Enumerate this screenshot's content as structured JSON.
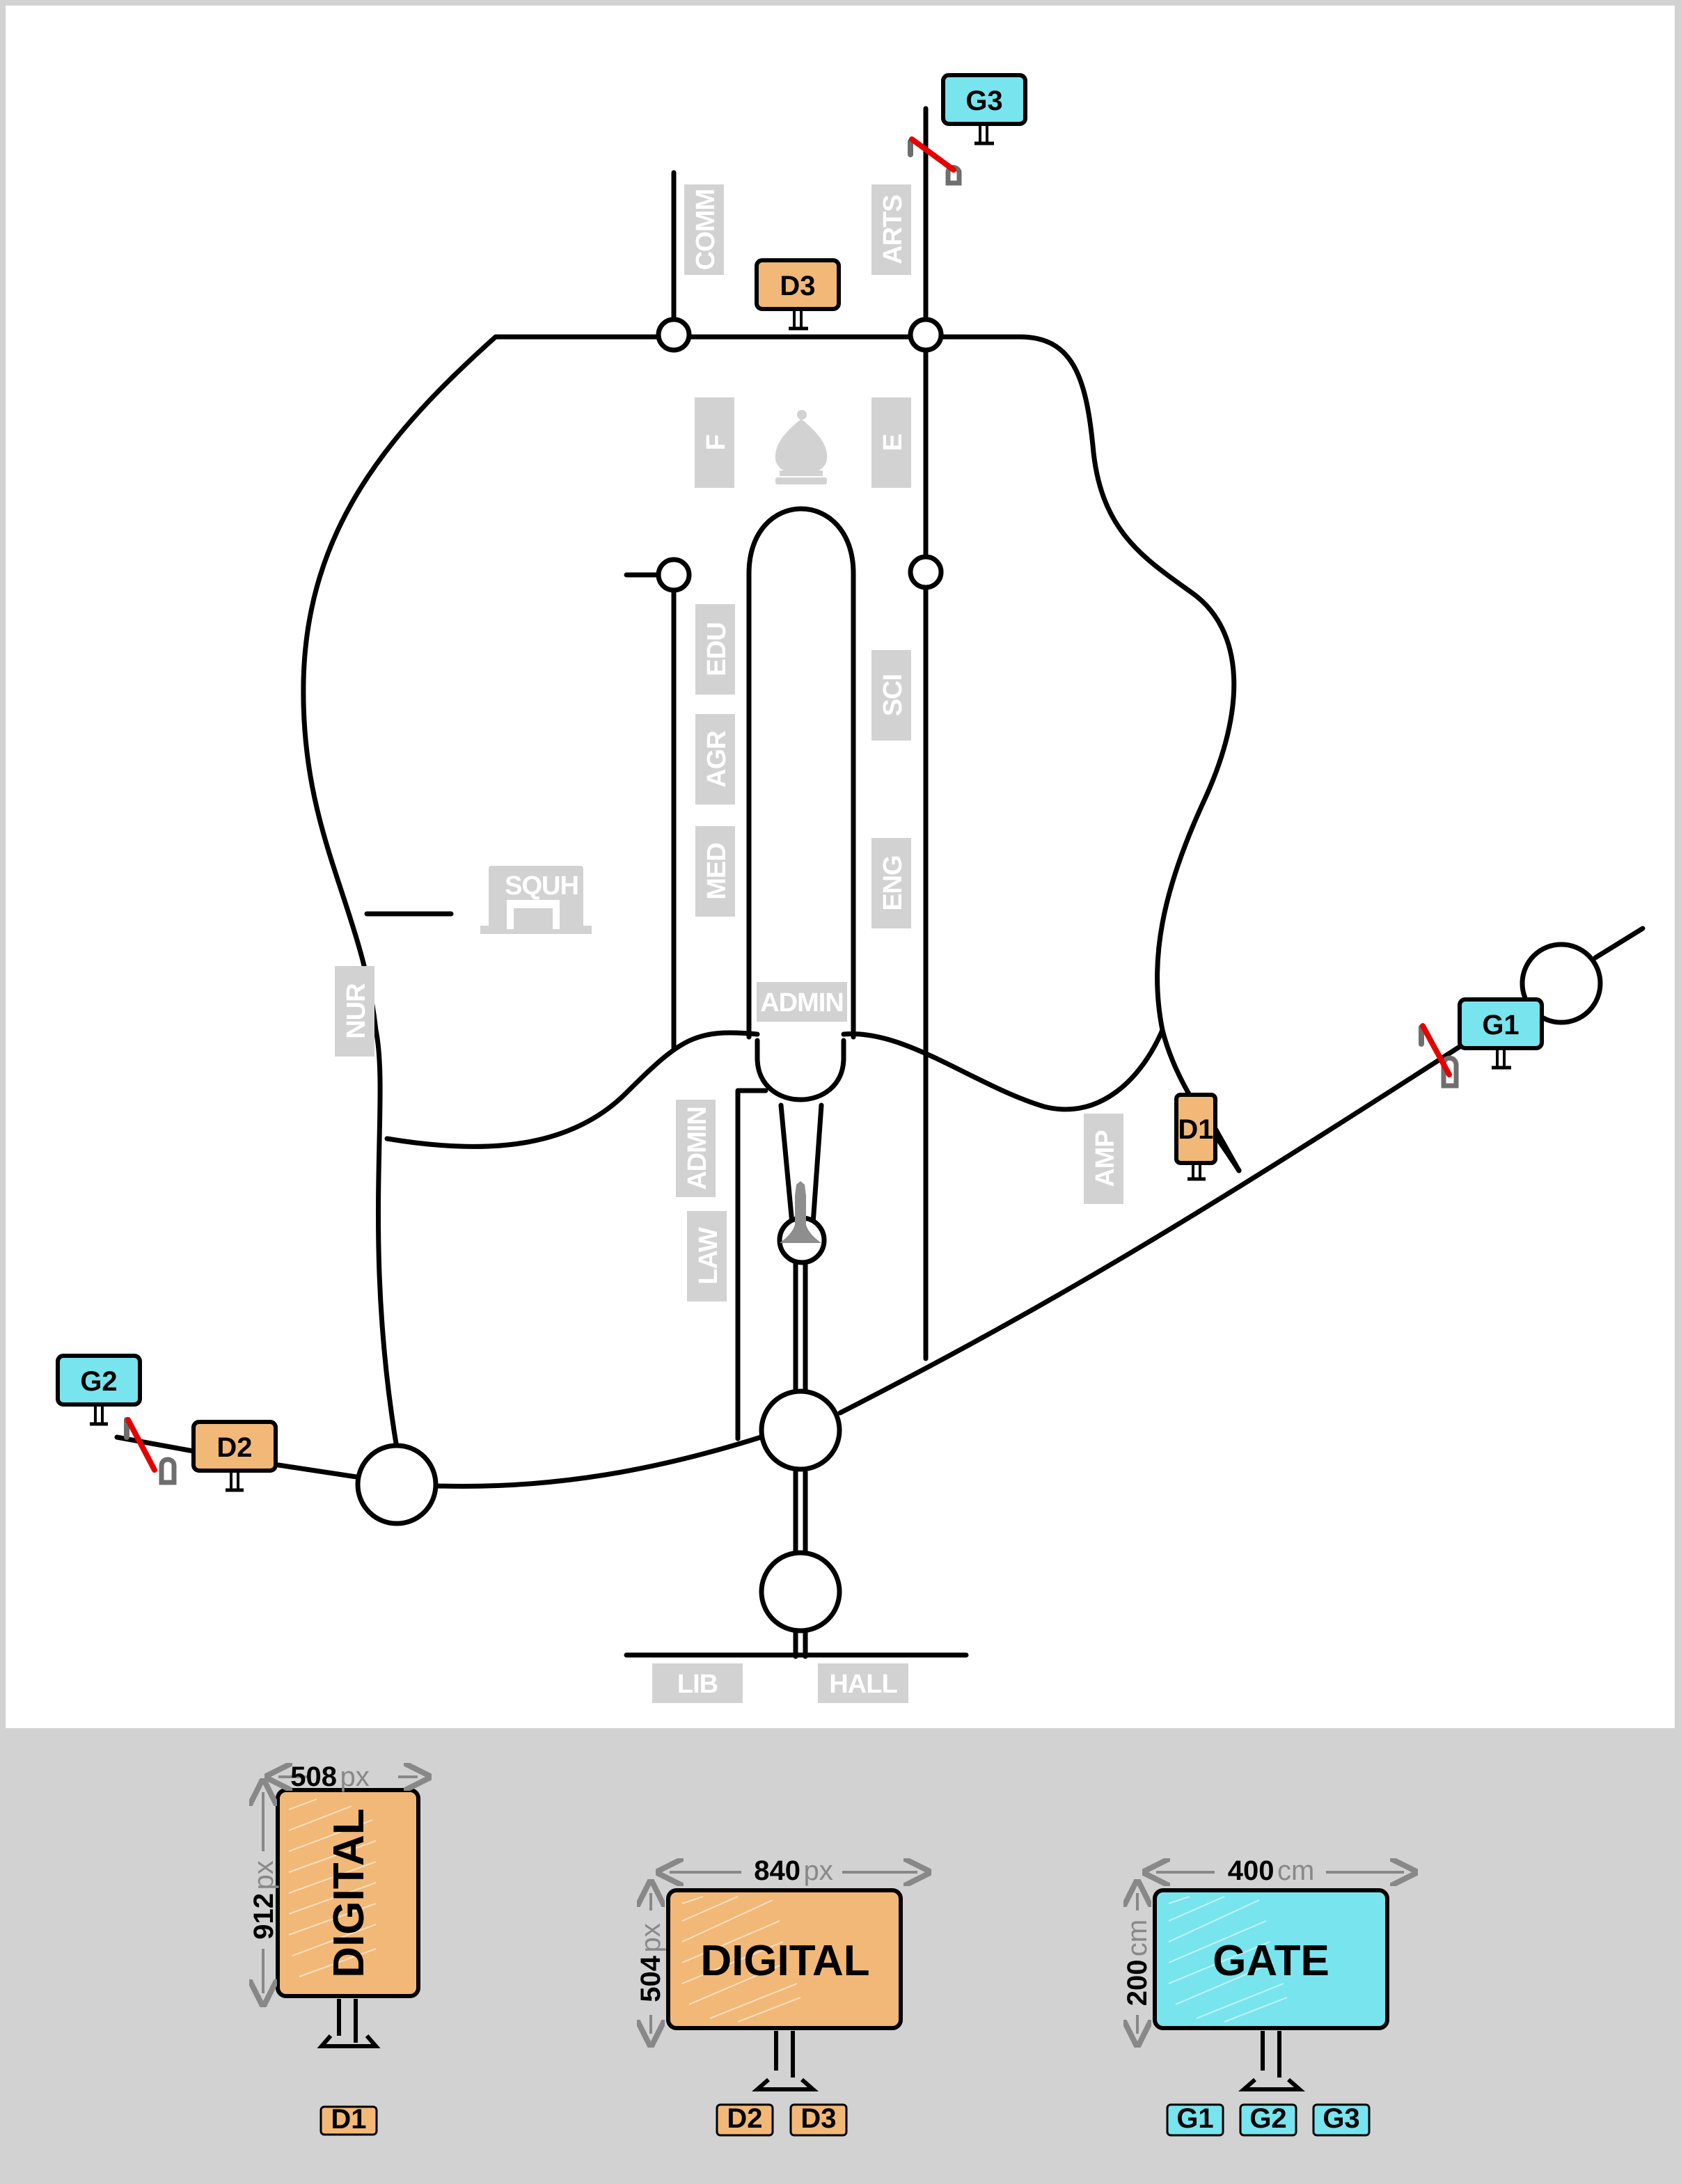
{
  "colors": {
    "digital": "#f2b877",
    "gate": "#78e4ee",
    "road": "#000000",
    "building_label_bg": "#d2d2d2",
    "barrier_arm": "#e60000",
    "barrier_post": "#6e6e6e",
    "landmark_gray": "#8e8e8e",
    "legend_bg": "#d2d2d2"
  },
  "map": {
    "buildings": {
      "comm": "COMM",
      "arts": "ARTS",
      "f": "F",
      "e": "E",
      "edu": "EDU",
      "agr": "AGR",
      "med": "MED",
      "sci": "SCI",
      "eng": "ENG",
      "squh": "SQUH",
      "nur": "NUR",
      "admin_top": "ADMIN",
      "admin_side": "ADMIN",
      "law": "LAW",
      "amp": "AMP",
      "lib": "LIB",
      "hall": "HALL"
    },
    "landmarks": {
      "mosque": "mosque-icon",
      "clock_tower": "clock-tower-icon",
      "hospital": "hospital-building-icon"
    },
    "signs": {
      "g1": "G1",
      "g2": "G2",
      "g3": "G3",
      "d1": "D1",
      "d2": "D2",
      "d3": "D3"
    },
    "gate_barriers": [
      "G1",
      "G2",
      "G3"
    ]
  },
  "legend": {
    "digital_portrait": {
      "label": "DIGITAL",
      "width_value": "508",
      "width_unit": "px",
      "height_value": "912",
      "height_unit": "px",
      "applies_to": [
        "D1"
      ]
    },
    "digital_landscape": {
      "label": "DIGITAL",
      "width_value": "840",
      "width_unit": "px",
      "height_value": "504",
      "height_unit": "px",
      "applies_to": [
        "D2",
        "D3"
      ]
    },
    "gate": {
      "label": "GATE",
      "width_value": "400",
      "width_unit": "cm",
      "height_value": "200",
      "height_unit": "cm",
      "applies_to": [
        "G1",
        "G2",
        "G3"
      ]
    }
  }
}
